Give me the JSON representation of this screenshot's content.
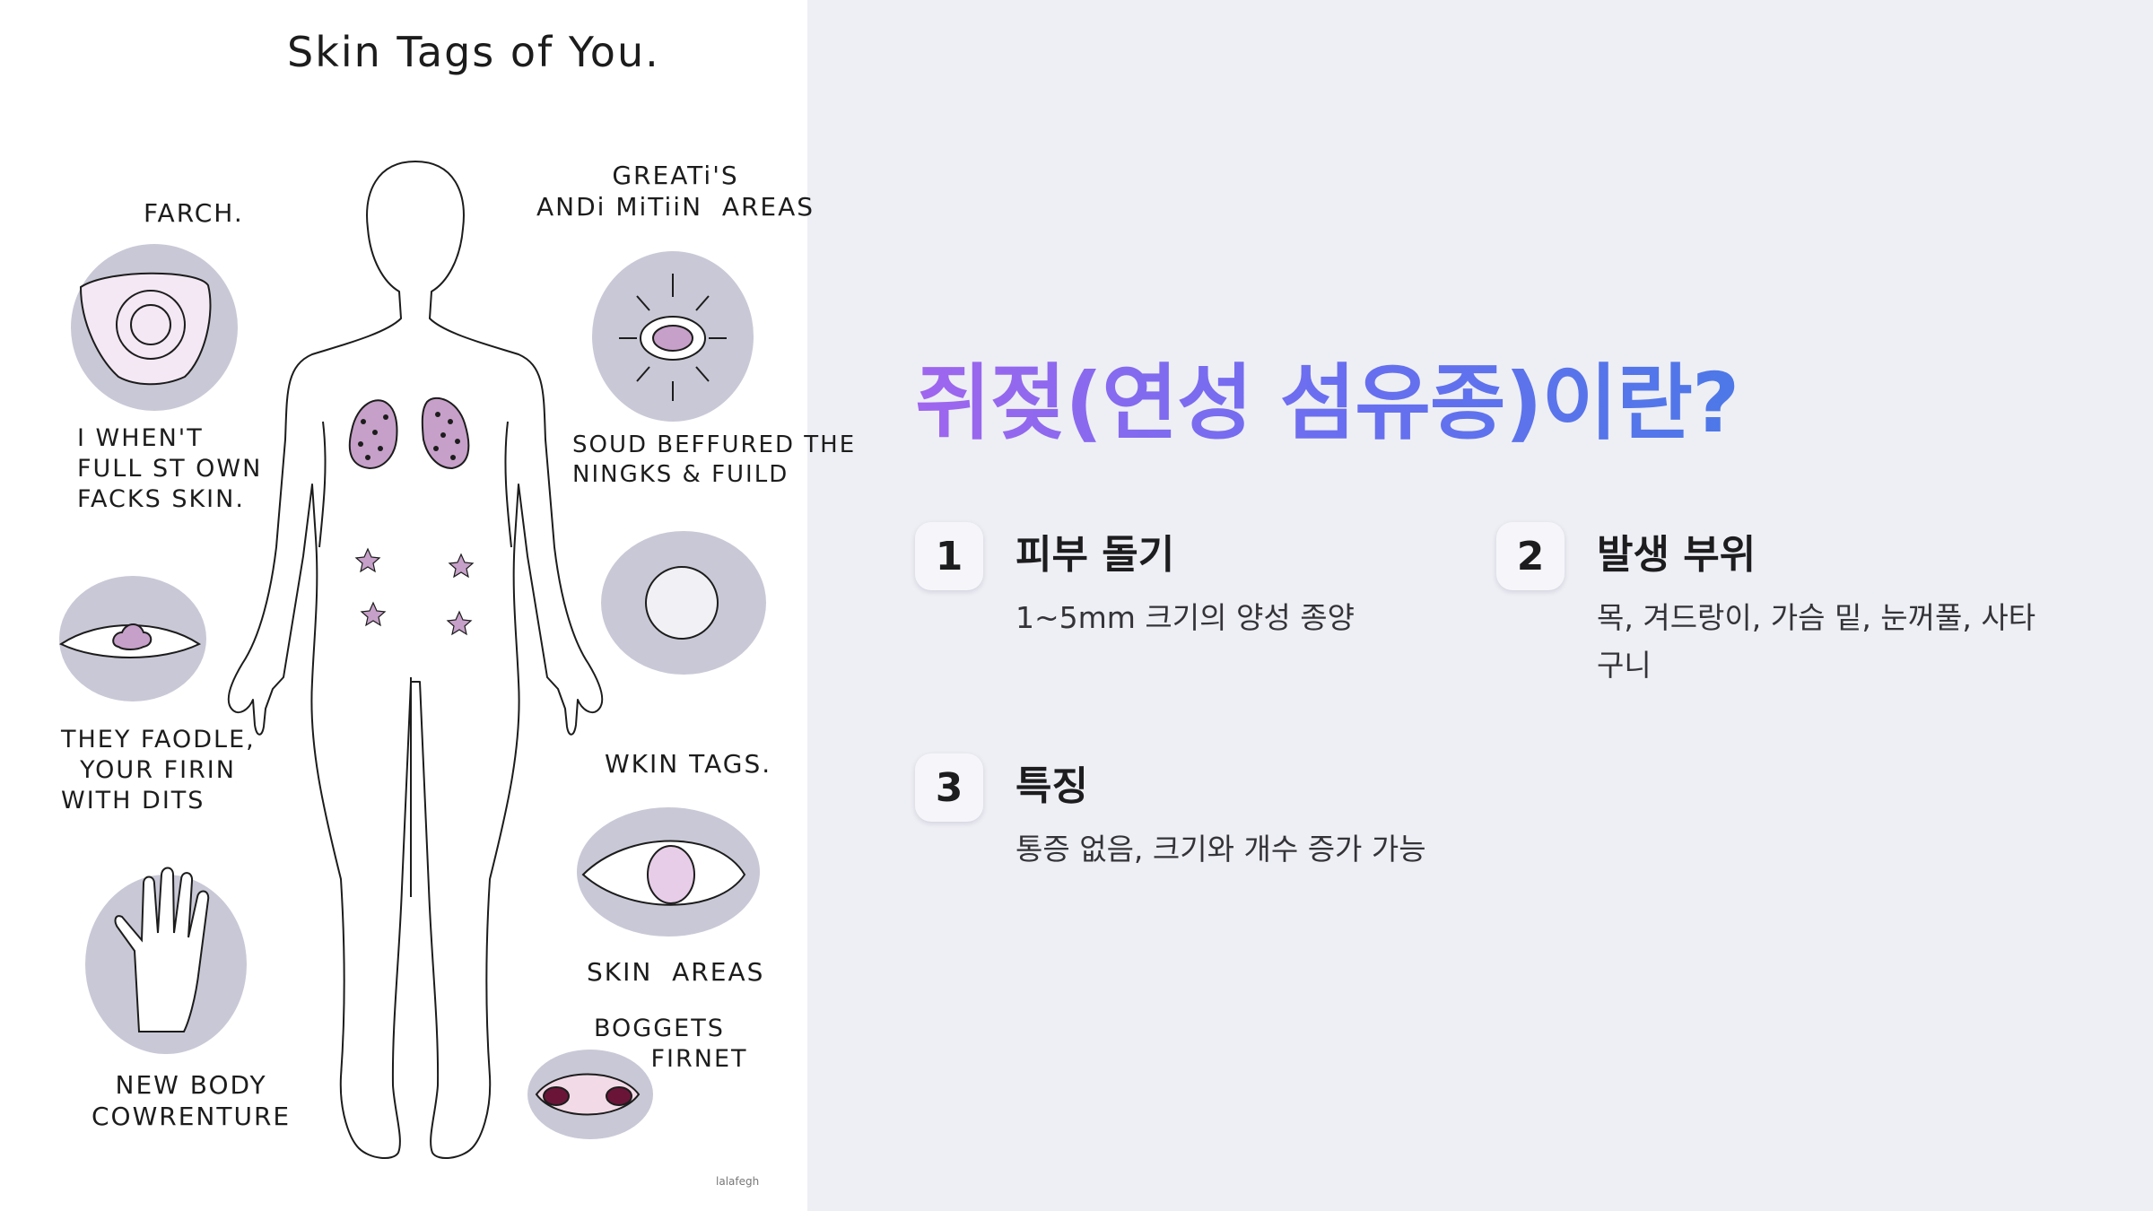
{
  "illustration": {
    "title": "Skin Tags of You.",
    "labels": {
      "farch": "FARCH.",
      "greats": "GREATi'S\nANDi MiTiiN  AREAS",
      "i_when": "I WHEN'T\nFULL ST OWN\nFACKS SKIN.",
      "soud": "SOUD BEFFURED THE\nNINGKS & FUILD",
      "they_faodle": "THEY FAODLE,\n  YOUR FIRIN\nWITH DITS",
      "wkin_tags": "WKIN TAGS.",
      "skin_areas": "SKIN  AREAS",
      "boggets": "BOGGETS\n      FIRNET",
      "new_body": "NEW BODY\nCOWRENTURE",
      "signature": "lalafegh"
    },
    "colors": {
      "bubble": "#c9c8d6",
      "spot": "#c6a0c8",
      "outline": "#1c1c1c"
    }
  },
  "slide": {
    "title": "쥐젖(연성 섬유종)이란?",
    "title_gradient": [
      "#a066ee",
      "#6a6ef0",
      "#4d78e8"
    ],
    "cards": [
      {
        "number": "1",
        "title": "피부 돌기",
        "desc": "1~5mm 크기의 양성 종양"
      },
      {
        "number": "2",
        "title": "발생 부위",
        "desc": "목, 겨드랑이, 가슴 밑, 눈꺼풀, 사타구니"
      },
      {
        "number": "3",
        "title": "특징",
        "desc": "통증 없음, 크기와 개수 증가 가능"
      }
    ]
  }
}
